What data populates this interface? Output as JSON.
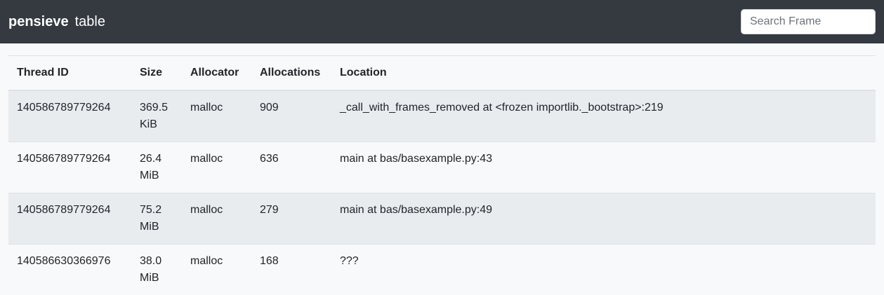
{
  "navbar": {
    "brand": "pensieve",
    "subtitle": "table",
    "search_placeholder": "Search Frame"
  },
  "table": {
    "columns": [
      "Thread ID",
      "Size",
      "Allocator",
      "Allocations",
      "Location"
    ],
    "rows": [
      {
        "thread_id": "140586789779264",
        "size": "369.5 KiB",
        "allocator": "malloc",
        "allocations": "909",
        "location": "_call_with_frames_removed at <frozen importlib._bootstrap>:219"
      },
      {
        "thread_id": "140586789779264",
        "size": "26.4 MiB",
        "allocator": "malloc",
        "allocations": "636",
        "location": "main at bas/basexample.py:43"
      },
      {
        "thread_id": "140586789779264",
        "size": "75.2 MiB",
        "allocator": "malloc",
        "allocations": "279",
        "location": "main at bas/basexample.py:49"
      },
      {
        "thread_id": "140586630366976",
        "size": "38.0 MiB",
        "allocator": "malloc",
        "allocations": "168",
        "location": "???"
      }
    ]
  },
  "colors": {
    "navbar-bg": "#343a40",
    "page-bg": "#f8f9fa",
    "stripe": "#e9ecef",
    "border": "#dee2e6",
    "text": "#212529",
    "placeholder": "#6c757d",
    "input-border": "#ced4da",
    "white": "#ffffff"
  }
}
